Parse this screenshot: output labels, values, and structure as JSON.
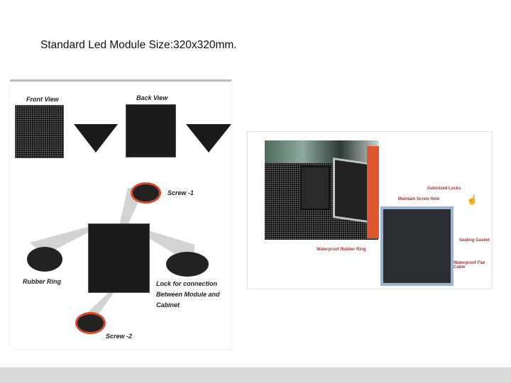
{
  "slide": {
    "title": "Standard Led Module Size:320x320mm."
  },
  "left_figure": {
    "front_view": "Front View",
    "back_view": "Back View",
    "screw1": "Screw -1",
    "screw2": "Screw -2",
    "rubber_ring": "Rubber Ring",
    "lock_lines": [
      "Lock for connection",
      "Between Module and",
      "Cabinet"
    ]
  },
  "right_figure": {
    "galvanized_locks": "Galvnized Locks",
    "maintain_screw_hole": "Maintain Screw Hole",
    "sealing_gasket": "Sealing Gasket",
    "waterproof_rubber_ring": "Waterproof Rubber Ring",
    "waterproof_flat_cable": "Waterproof Flat Cable"
  },
  "colors": {
    "accent_red": "#d24a2a",
    "label_red": "#a33333",
    "footer": "#d9d9d9"
  }
}
